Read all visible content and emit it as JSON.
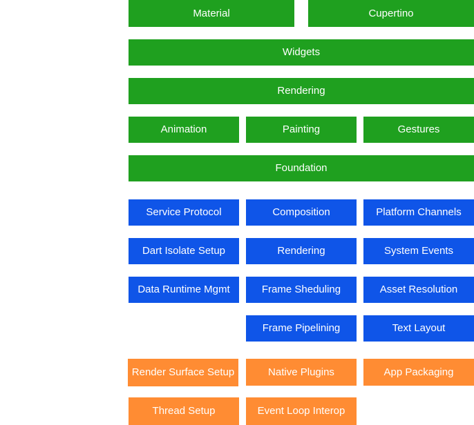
{
  "colors": {
    "framework": "#1fa01f",
    "engine": "#0f55e8",
    "embedder": "#ff8c33",
    "text": "#ffffff"
  },
  "framework": {
    "material": "Material",
    "cupertino": "Cupertino",
    "widgets": "Widgets",
    "rendering": "Rendering",
    "animation": "Animation",
    "painting": "Painting",
    "gestures": "Gestures",
    "foundation": "Foundation"
  },
  "engine": {
    "service_protocol": "Service Protocol",
    "composition": "Composition",
    "platform_channels": "Platform Channels",
    "dart_isolate_setup": "Dart Isolate Setup",
    "rendering": "Rendering",
    "system_events": "System Events",
    "data_runtime_mgmt": "Data Runtime Mgmt",
    "frame_sheduling": "Frame Sheduling",
    "asset_resolution": "Asset Resolution",
    "frame_pipelining": "Frame Pipelining",
    "text_layout": "Text Layout"
  },
  "embedder": {
    "render_surface_setup": "Render Surface Setup",
    "native_plugins": "Native Plugins",
    "app_packaging": "App Packaging",
    "thread_setup": "Thread Setup",
    "event_loop_interop": "Event Loop Interop"
  }
}
